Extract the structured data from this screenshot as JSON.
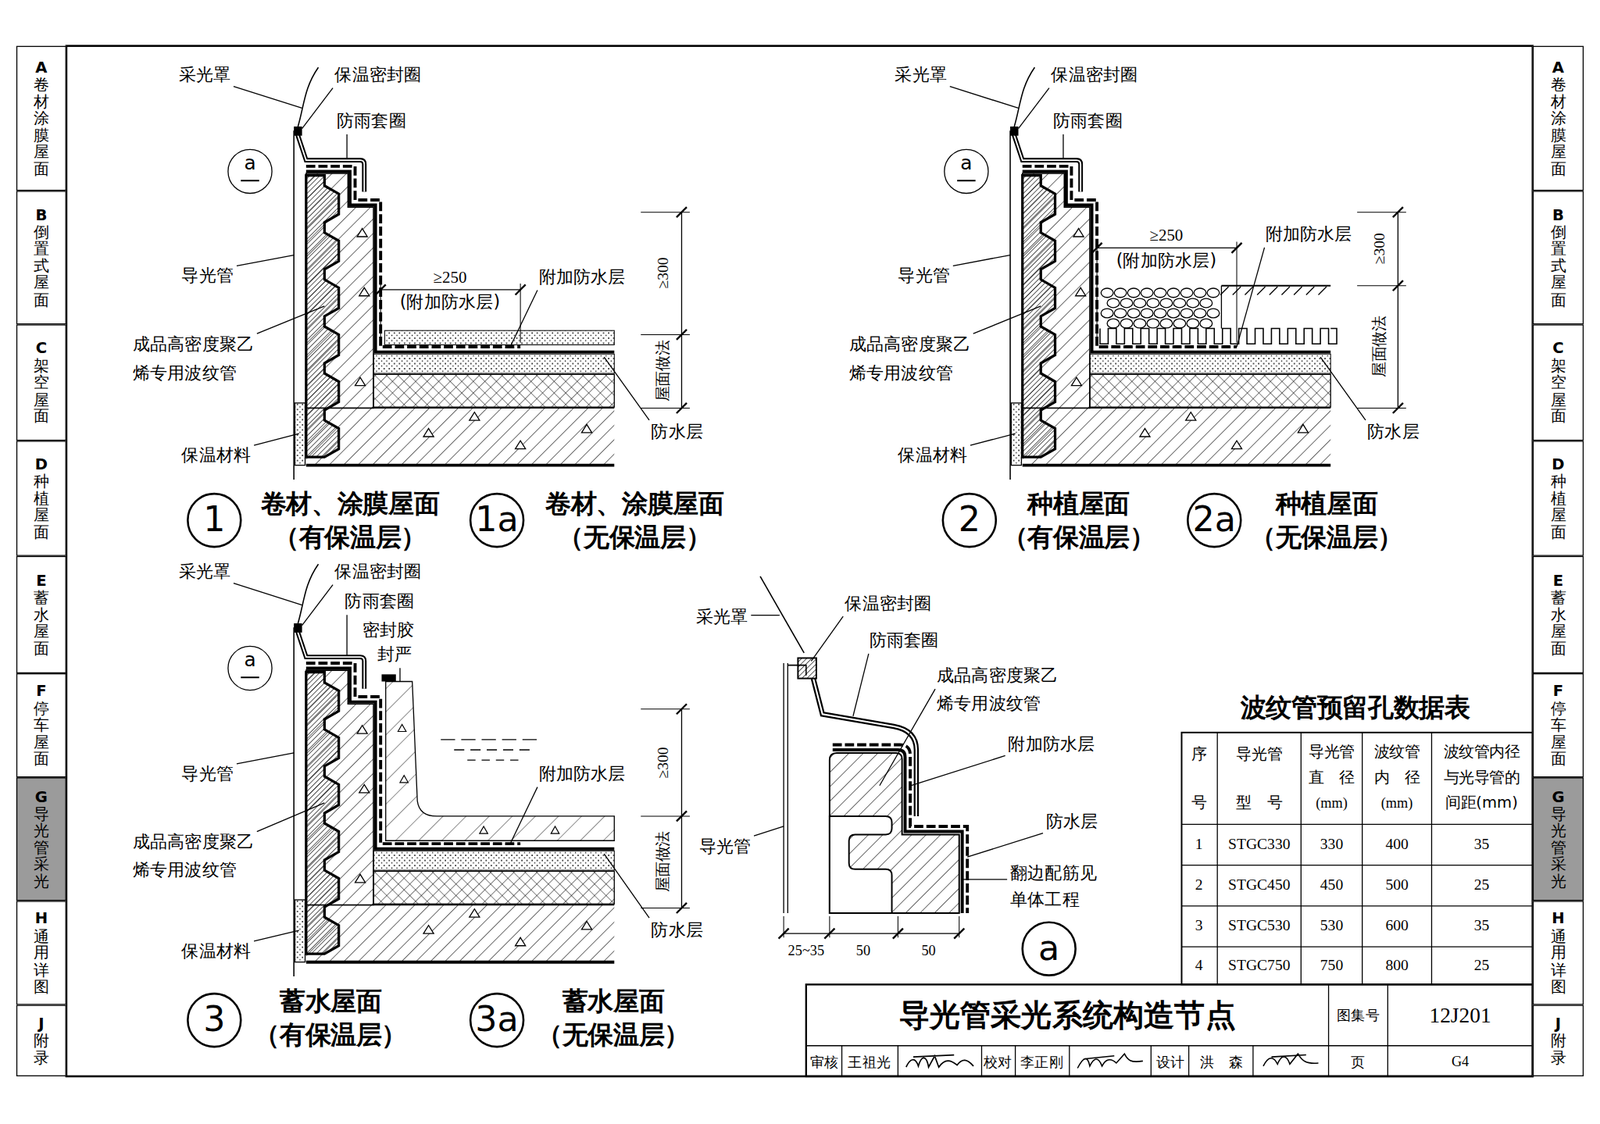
{
  "diagram": {
    "title": "导光管采光系统构造节点",
    "nodes": [
      {
        "text": [
          "A",
          "卷材涂膜屋面"
        ]
      },
      {
        "text": [
          "B",
          "倒置式屋面"
        ]
      },
      {
        "text": [
          "C",
          "架空屋面"
        ]
      },
      {
        "text": [
          "D",
          "种植屋面"
        ]
      },
      {
        "text": [
          "E",
          "蓄水屋面"
        ]
      },
      {
        "text": [
          "F",
          "停车屋面"
        ]
      },
      {
        "text": [
          "G",
          "导光管采光"
        ]
      },
      {
        "text": [
          "H",
          "通用详图"
        ]
      },
      {
        "text": [
          "J",
          "附录"
        ]
      },
      {
        "text": [
          "A",
          "卷材涂膜屋面"
        ]
      },
      {
        "text": [
          "B",
          "倒置式屋面"
        ]
      },
      {
        "text": [
          "C",
          "架空屋面"
        ]
      },
      {
        "text": [
          "D",
          "种植屋面"
        ]
      },
      {
        "text": [
          "E",
          "蓄水屋面"
        ]
      },
      {
        "text": [
          "F",
          "停车屋面"
        ]
      },
      {
        "text": [
          "G",
          "导光管采光"
        ]
      },
      {
        "text": [
          "H",
          "通用详图"
        ]
      },
      {
        "text": [
          "J",
          "附录"
        ]
      },
      {
        "text": [
          "1"
        ]
      },
      {
        "text": [
          "1a"
        ]
      },
      {
        "text": [
          "2"
        ]
      },
      {
        "text": [
          "2a"
        ]
      },
      {
        "text": [
          "3"
        ]
      },
      {
        "text": [
          "3a"
        ]
      },
      {
        "text": [
          "a"
        ]
      },
      {
        "text": [
          "a"
        ]
      },
      {
        "text": [
          "a"
        ]
      },
      {
        "text": [
          "a"
        ]
      }
    ],
    "labels": [
      "采光罩",
      "保温密封圈",
      "防雨套圈",
      "导光管",
      "成品高密度聚乙",
      "烯专用波纹管",
      "保温材料",
      "≥250",
      "(附加防水层)",
      "附加防水层",
      "≥300",
      "屋面做法",
      "防水层",
      "卷材、涂膜屋面",
      "（有保温层）",
      "卷材、涂膜屋面",
      "（无保温层）",
      "采光罩",
      "保温密封圈",
      "防雨套圈",
      "导光管",
      "成品高密度聚乙",
      "烯专用波纹管",
      "保温材料",
      "≥250",
      "(附加防水层)",
      "附加防水层",
      "≥300",
      "屋面做法",
      "防水层",
      "种植屋面",
      "（有保温层）",
      "种植屋面",
      "（无保温层）",
      "采光罩",
      "保温密封圈",
      "防雨套圈",
      "密封胶",
      "封严",
      "导光管",
      "成品高密度聚乙",
      "烯专用波纹管",
      "保温材料",
      "附加防水层",
      "≥300",
      "屋面做法",
      "防水层",
      "蓄水屋面",
      "（有保温层）",
      "蓄水屋面",
      "（无保温层）",
      "采光罩",
      "保温密封圈",
      "防雨套圈",
      "成品高密度聚乙",
      "烯专用波纹管",
      "附加防水层",
      "导光管",
      "防水层",
      "翻边配筋见",
      "单体工程",
      "25~35",
      "50",
      "50",
      "波纹管预留孔数据表",
      "序",
      "号",
      "导光管",
      "型　号",
      "导光管",
      "直　径",
      "(mm)",
      "波纹管",
      "内　径",
      "(mm)",
      "波纹管内径",
      "与光导管的",
      "间距(mm)",
      "1",
      "STGC330",
      "330",
      "400",
      "35",
      "2",
      "STGC450",
      "450",
      "500",
      "25",
      "3",
      "STGC530",
      "530",
      "600",
      "35",
      "4",
      "STGC750",
      "750",
      "800",
      "25",
      "图集号",
      "12J201",
      "审核",
      "王祖光",
      "校对",
      "李正刚",
      "设计",
      "洪　森",
      "页",
      "G4"
    ]
  }
}
